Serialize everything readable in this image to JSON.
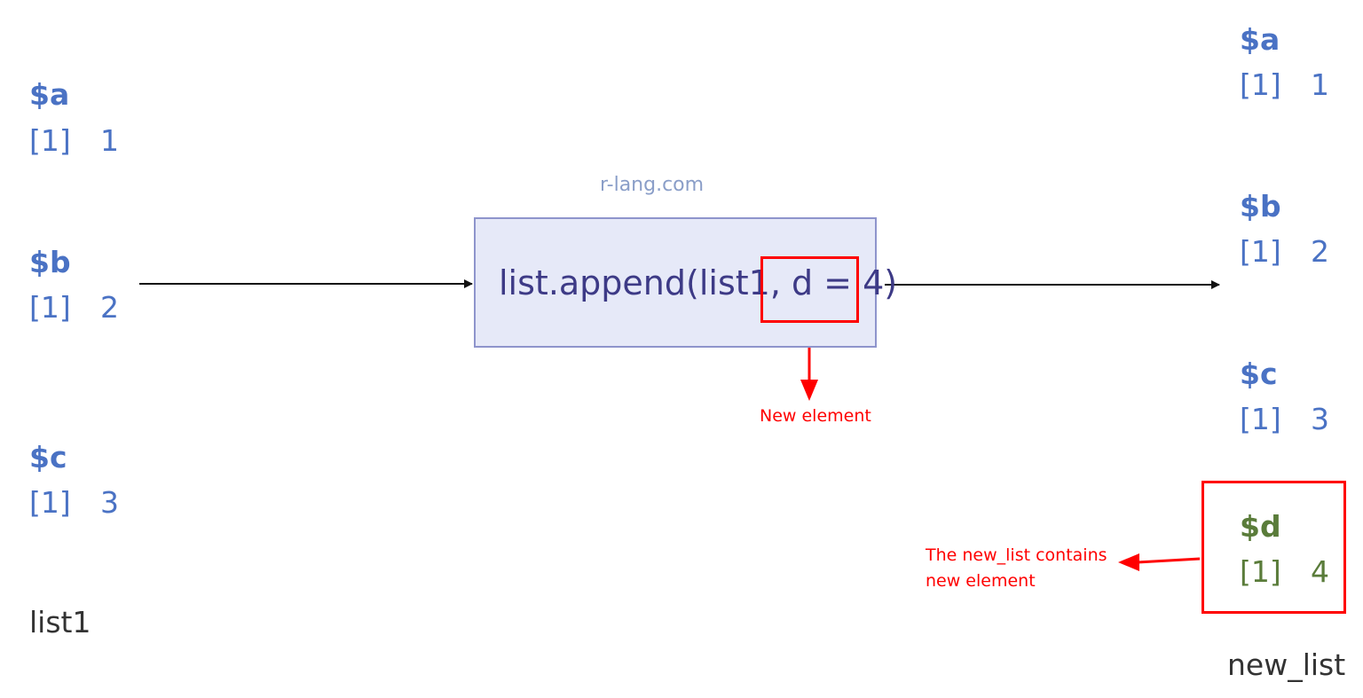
{
  "watermark": "r-lang.com",
  "function_call": {
    "prefix": "list.append(list1, ",
    "highlight": "d = 4",
    "suffix": ")"
  },
  "list1": {
    "label": "list1",
    "elements": [
      {
        "name": "$a",
        "index": "[1]",
        "value": "1"
      },
      {
        "name": "$b",
        "index": "[1]",
        "value": "2"
      },
      {
        "name": "$c",
        "index": "[1]",
        "value": "3"
      }
    ]
  },
  "new_list": {
    "label": "new_list",
    "elements": [
      {
        "name": "$a",
        "index": "[1]",
        "value": "1"
      },
      {
        "name": "$b",
        "index": "[1]",
        "value": "2"
      },
      {
        "name": "$c",
        "index": "[1]",
        "value": "3"
      },
      {
        "name": "$d",
        "index": "[1]",
        "value": "4"
      }
    ]
  },
  "annotations": {
    "new_element": "New element",
    "new_list_contains_line1": "The new_list contains",
    "new_list_contains_line2": "new element"
  },
  "colors": {
    "element_blue": "#4a72c4",
    "element_green": "#5a7c3a",
    "highlight_red": "#ff0000",
    "box_fill": "#e6e9f8",
    "box_border": "#8e94cc"
  }
}
